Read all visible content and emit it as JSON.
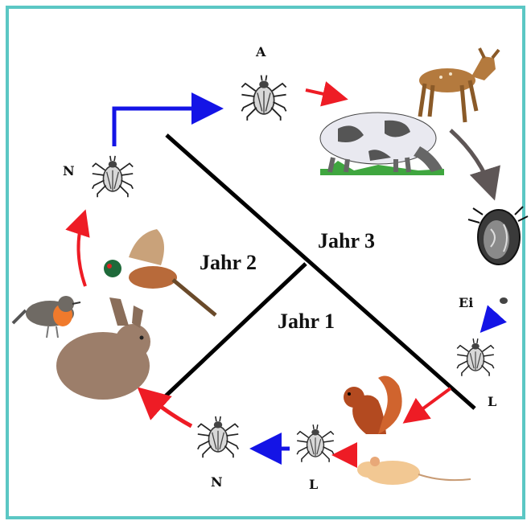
{
  "diagram": {
    "title": "",
    "years": {
      "year1": "Jahr 1",
      "year2": "Jahr 2",
      "year3": "Jahr 3"
    },
    "stages": {
      "adult": "A",
      "nymph_year2": "N",
      "egg": "Ei",
      "larva_year1": "L",
      "larva_bottom": "L",
      "nymph_bottom": "N"
    },
    "hosts": [
      "deer",
      "cow",
      "squirrel",
      "mouse",
      "rabbit",
      "robin",
      "pheasant"
    ],
    "colors": {
      "frame": "#5bc7c4",
      "red_arrow": "#ee1c25",
      "blue_arrow": "#1414e6",
      "gray_arrow": "#5e5656",
      "divider": "#000000"
    }
  }
}
